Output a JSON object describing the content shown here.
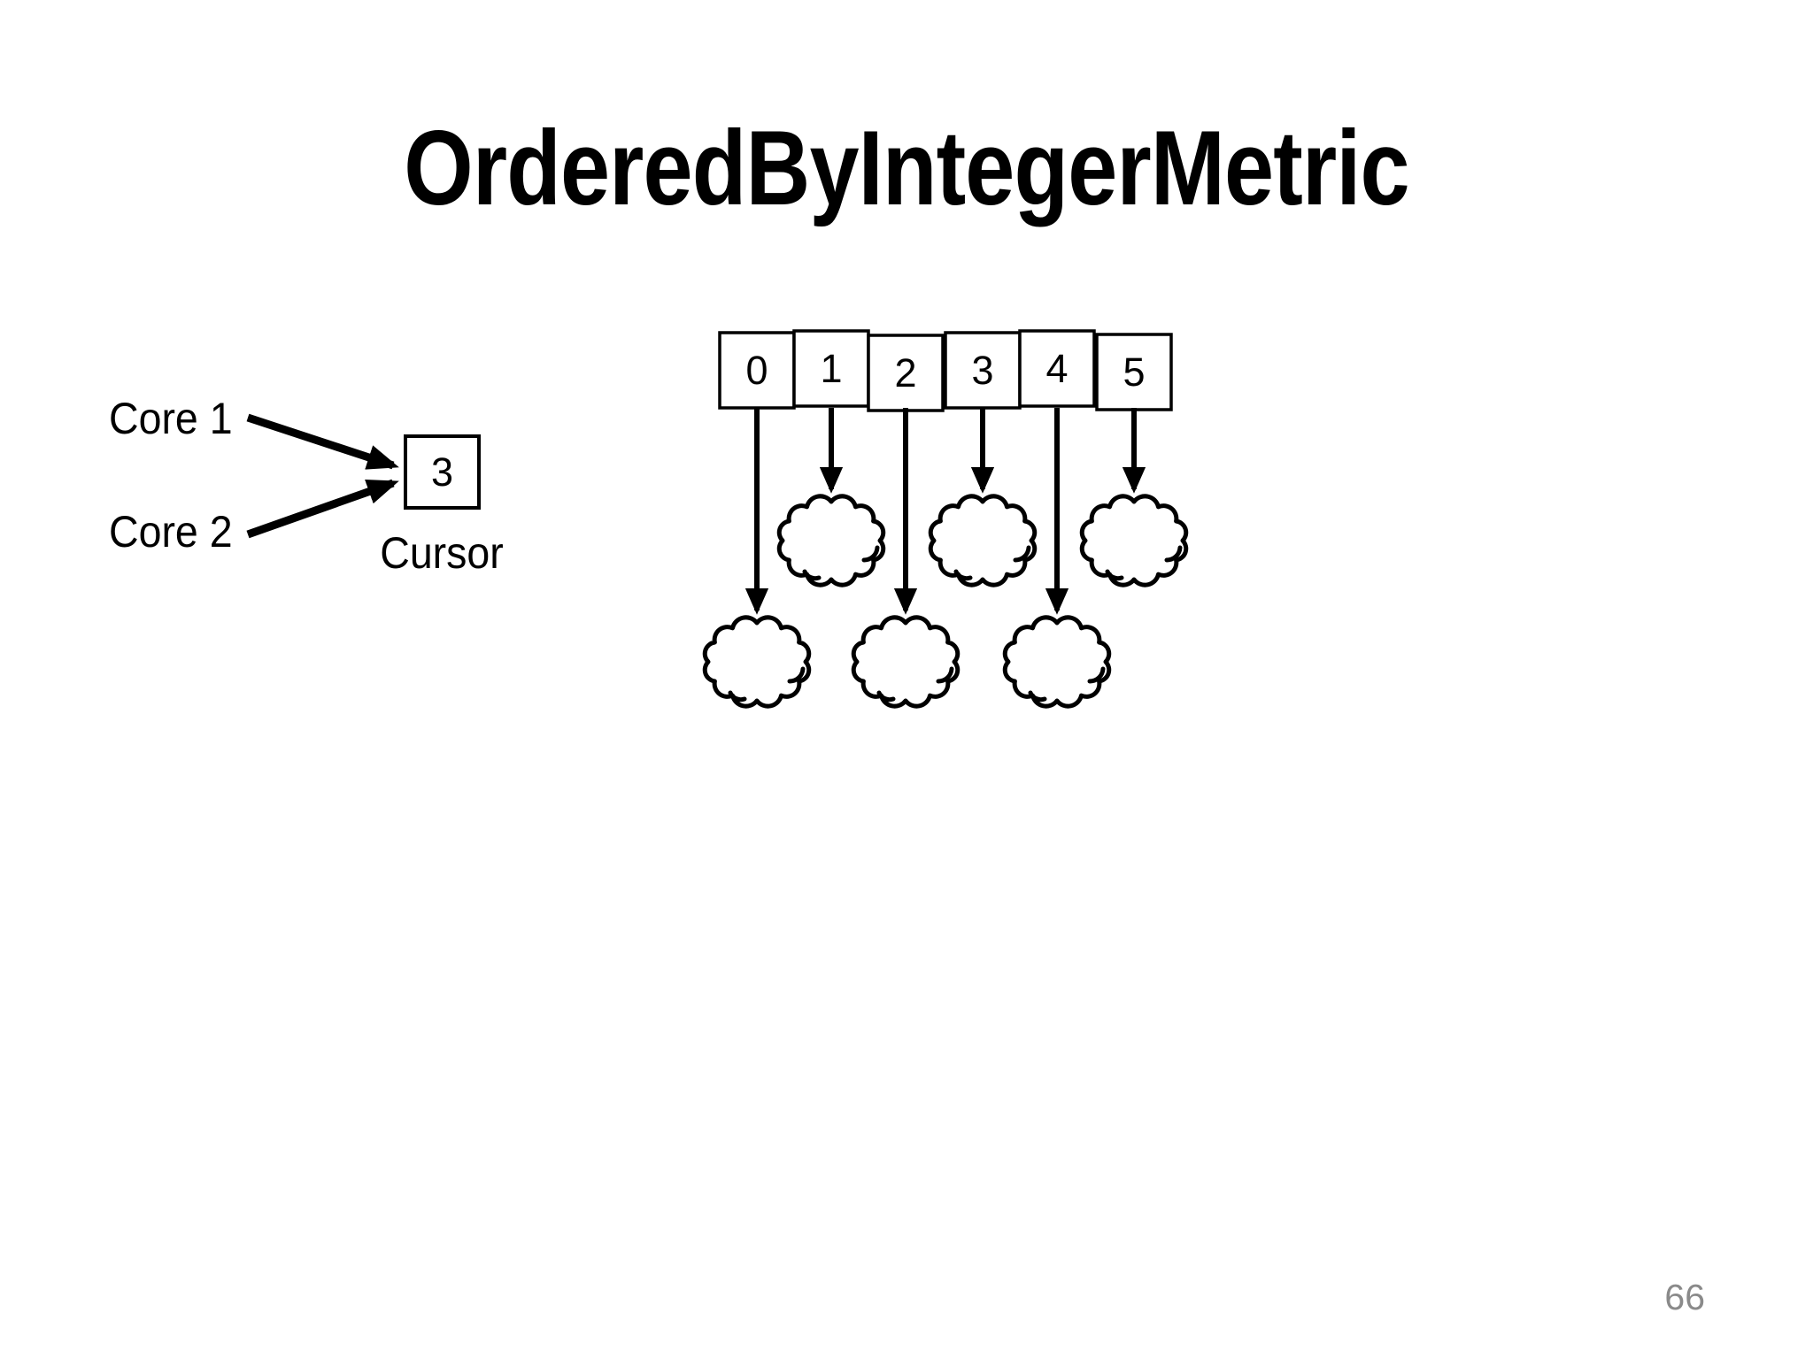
{
  "slide": {
    "title": "OrderedByIntegerMetric",
    "page_number": "66",
    "background_color": "#ffffff",
    "ink_color": "#000000",
    "page_number_color": "#8a8a8a"
  },
  "cursor_group": {
    "core1_label": "Core 1",
    "core2_label": "Core 2",
    "cursor_value": "3",
    "cursor_label": "Cursor"
  },
  "array": {
    "cells": [
      {
        "label": "0",
        "cloud_row": "lower"
      },
      {
        "label": "1",
        "cloud_row": "upper"
      },
      {
        "label": "2",
        "cloud_row": "lower"
      },
      {
        "label": "3",
        "cloud_row": "upper"
      },
      {
        "label": "4",
        "cloud_row": "lower"
      },
      {
        "label": "5",
        "cloud_row": "upper"
      }
    ]
  }
}
